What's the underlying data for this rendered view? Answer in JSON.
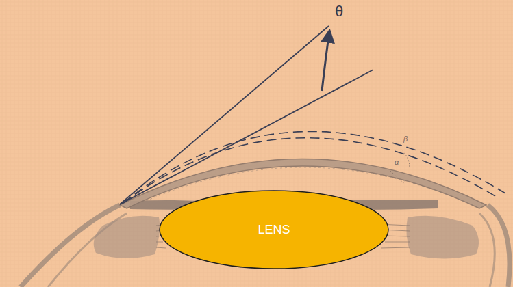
{
  "diagram": {
    "nodes": [
      {
        "text": [
          "LENS"
        ]
      }
    ],
    "labels": [
      "θ",
      "β",
      "α"
    ]
  }
}
